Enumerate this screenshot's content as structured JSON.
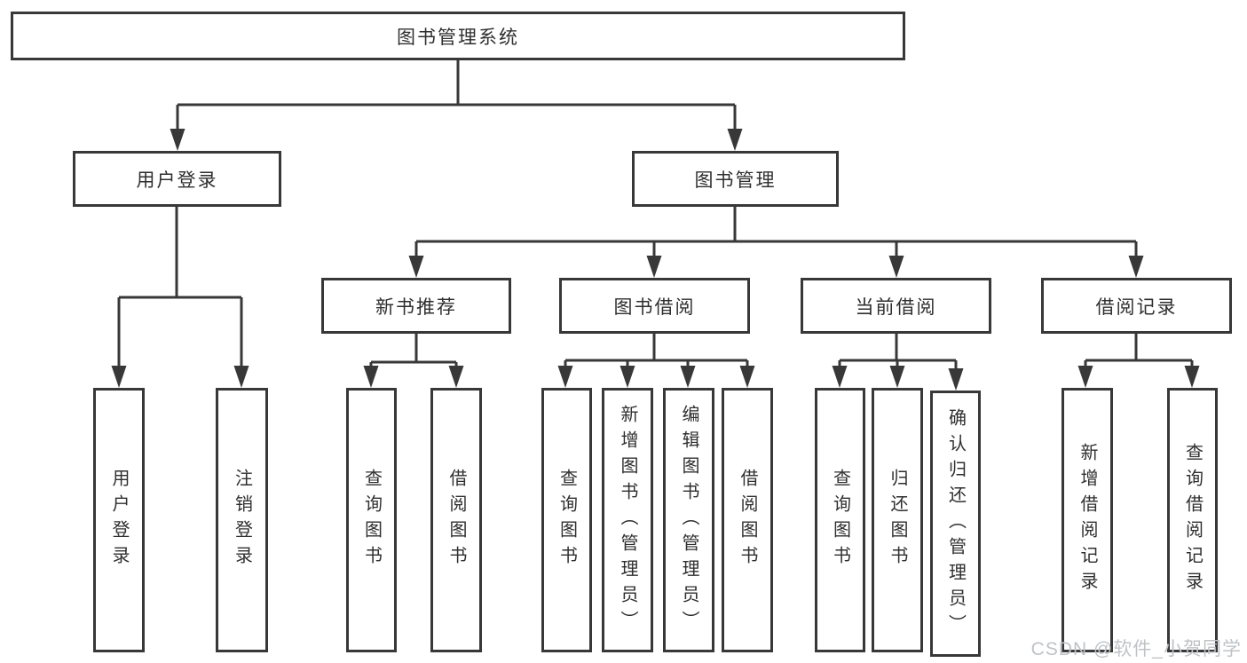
{
  "tree": {
    "label": "图书管理系统",
    "children": [
      {
        "label": "用户登录",
        "children": [
          {
            "label": "用户登录"
          },
          {
            "label": "注销登录"
          }
        ]
      },
      {
        "label": "图书管理",
        "children": [
          {
            "label": "新书推荐",
            "children": [
              {
                "label": "查询图书"
              },
              {
                "label": "借阅图书"
              }
            ]
          },
          {
            "label": "图书借阅",
            "children": [
              {
                "label": "查询图书"
              },
              {
                "label": "新增图书（管理员）"
              },
              {
                "label": "编辑图书（管理员）"
              },
              {
                "label": "借阅图书"
              }
            ]
          },
          {
            "label": "当前借阅",
            "children": [
              {
                "label": "查询图书"
              },
              {
                "label": "归还图书"
              },
              {
                "label": "确认归还（管理员）"
              }
            ]
          },
          {
            "label": "借阅记录",
            "children": [
              {
                "label": "新增借阅记录"
              },
              {
                "label": "查询借阅记录"
              }
            ]
          }
        ]
      }
    ]
  },
  "watermark": {
    "text": "CSDN @软件_小贺同学"
  },
  "colors": {
    "line": "#383838",
    "text": "#2f2f2f",
    "background": "#ffffff",
    "watermark": "#bfc3c7"
  }
}
